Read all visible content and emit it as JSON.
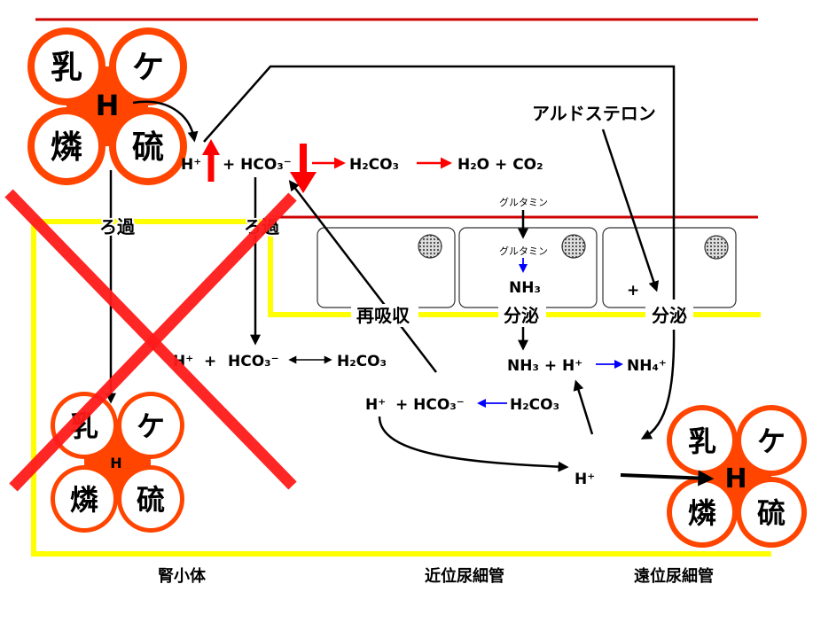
{
  "colors": {
    "cluster_orange": "#FF4500",
    "divider_red": "#CC0000",
    "reaction_red": "#FF0000",
    "cross_red": "#FF1A1A",
    "boundary_yellow": "#FFFF00",
    "blue_arrow": "#0000FF",
    "ink": "#000000"
  },
  "clusters": {
    "blood_top": {
      "acids": [
        "乳",
        "ケ",
        "燐",
        "硫"
      ],
      "center": "H"
    },
    "filtered": {
      "acids": [
        "乳",
        "ケ",
        "燐",
        "硫"
      ],
      "center": "H"
    },
    "excreted": {
      "acids": [
        "乳",
        "ケ",
        "燐",
        "硫"
      ],
      "center": "H"
    }
  },
  "blood_reaction": {
    "h_ion": "H⁺",
    "bicarbonate": "+ HCO₃⁻",
    "carbonic_acid": "H₂CO₃",
    "products": "H₂O + CO₂"
  },
  "hormone": {
    "name": "アルドステロン",
    "effect": "+"
  },
  "filtration": {
    "left": "ろ過",
    "right": "ろ過"
  },
  "filtrate_reaction": {
    "h_ion": "H⁺",
    "plus": "+",
    "bicarbonate": "HCO₃⁻",
    "carbonic_acid": "H₂CO₃"
  },
  "ammoniagenesis": {
    "source_outside": "グルタミン",
    "source_inside": "グルタミン",
    "ammonia": "NH₃"
  },
  "transport": {
    "reabsorption": "再吸収",
    "secretion_proximal": "分泌",
    "secretion_distal": "分泌"
  },
  "ammonium_reaction": {
    "reactants": "NH₃ + H⁺",
    "product": "NH₄⁺"
  },
  "tubule_reaction": {
    "h_ion": "H⁺",
    "bicarbonate": "+ HCO₃⁻",
    "carbonic_acid": "H₂CO₃"
  },
  "secreted_h": "H⁺",
  "segments": {
    "renal_corpuscle": "腎小体",
    "proximal_tubule": "近位尿細管",
    "distal_tubule": "遠位尿細管"
  }
}
